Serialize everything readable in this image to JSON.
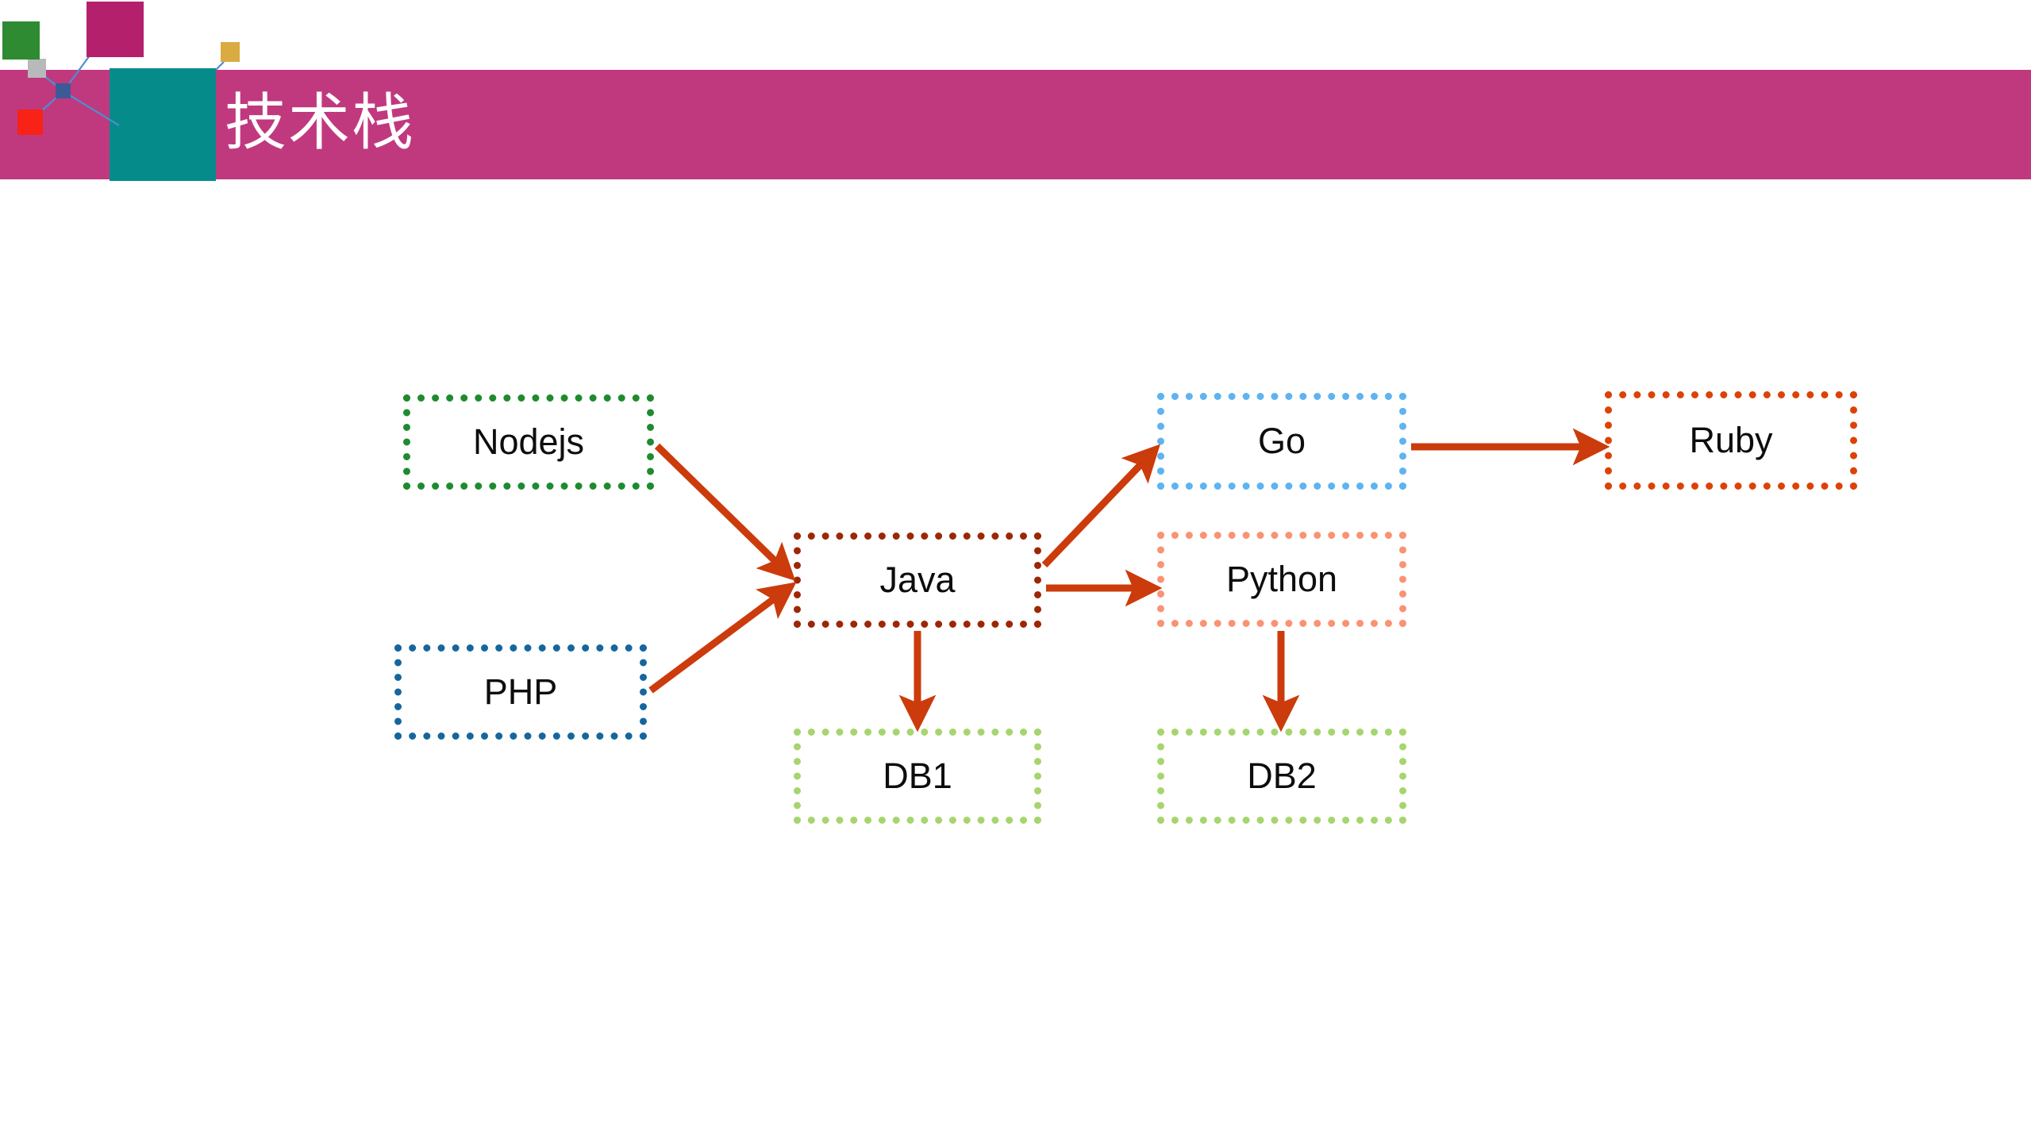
{
  "slide": {
    "background_color": "#ffffff",
    "header": {
      "title": "技术栈",
      "bar_color": "#c0397f",
      "accent_block_color": "#068b8b",
      "title_color": "#ffffff"
    },
    "logo": {
      "name": "network-nodes-logo",
      "squares": [
        {
          "name": "green-square",
          "color": "#2e8b32"
        },
        {
          "name": "gray-square",
          "color": "#b7b9bb"
        },
        {
          "name": "magenta-square",
          "color": "#b5206d"
        },
        {
          "name": "gold-square",
          "color": "#d9ab41"
        },
        {
          "name": "red-square",
          "color": "#f82216"
        },
        {
          "name": "blue-hub-node",
          "color": "#3d5a96"
        }
      ],
      "connector_color": "#4a8fd0"
    }
  },
  "diagram": {
    "type": "flow",
    "arrow_color": "#cc3b0b",
    "nodes": [
      {
        "id": "nodejs",
        "label": "Nodejs",
        "border_color": "#1e8b2e"
      },
      {
        "id": "php",
        "label": "PHP",
        "border_color": "#16669e"
      },
      {
        "id": "java",
        "label": "Java",
        "border_color": "#9c2706"
      },
      {
        "id": "db1",
        "label": "DB1",
        "border_color": "#a6d56f"
      },
      {
        "id": "go",
        "label": "Go",
        "border_color": "#5eb3f0"
      },
      {
        "id": "python",
        "label": "Python",
        "border_color": "#fa9274"
      },
      {
        "id": "db2",
        "label": "DB2",
        "border_color": "#a6d56f"
      },
      {
        "id": "ruby",
        "label": "Ruby",
        "border_color": "#dc4206"
      }
    ],
    "edges": [
      {
        "from": "nodejs",
        "to": "java"
      },
      {
        "from": "php",
        "to": "java"
      },
      {
        "from": "java",
        "to": "go"
      },
      {
        "from": "java",
        "to": "python"
      },
      {
        "from": "java",
        "to": "db1"
      },
      {
        "from": "python",
        "to": "db2"
      },
      {
        "from": "go",
        "to": "ruby"
      }
    ]
  }
}
